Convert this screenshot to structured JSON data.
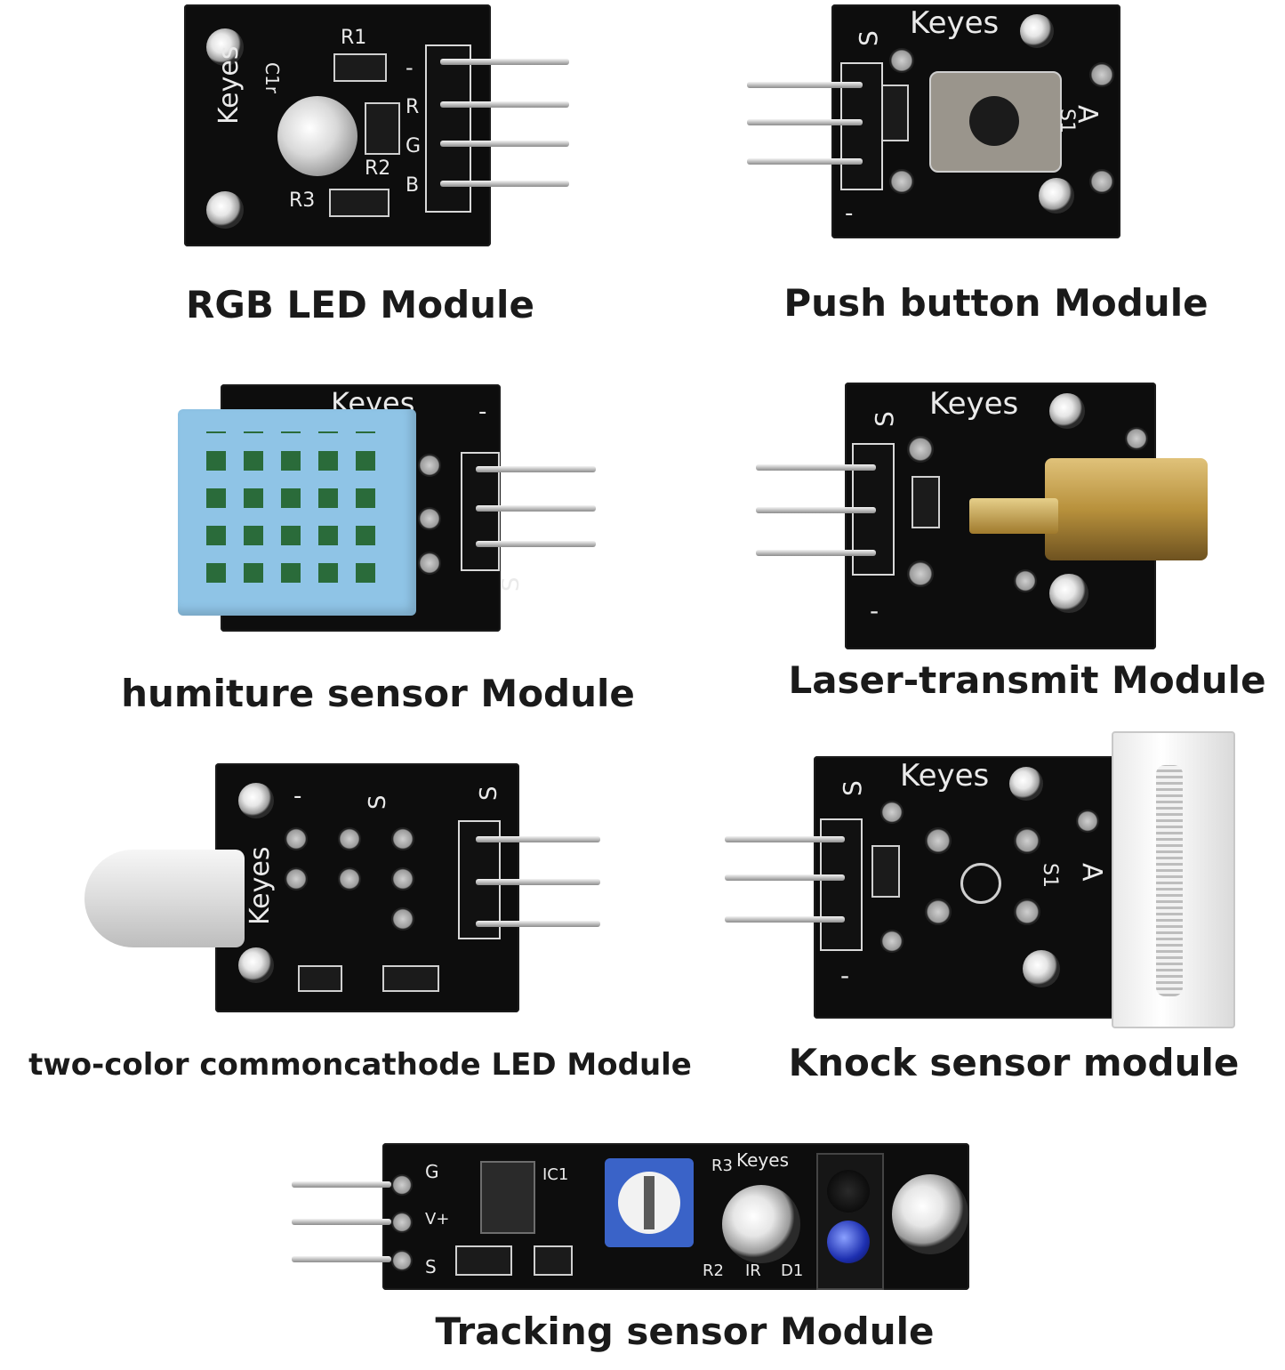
{
  "board_brand": "Keyes",
  "modules": [
    {
      "caption": "RGB LED Module",
      "labels": {
        "r1": "R1",
        "r2": "R2",
        "r3": "R3",
        "c": "C1r",
        "pin_minus": "-",
        "pin_r": "R",
        "pin_g": "G",
        "pin_b": "B"
      }
    },
    {
      "caption": "Push button Module",
      "labels": {
        "s": "S",
        "s1": "S1",
        "a": "A",
        "minus": "-"
      }
    },
    {
      "caption": "humiture sensor Module",
      "labels": {
        "minus": "-",
        "s": "S"
      }
    },
    {
      "caption": "Laser-transmit Module",
      "labels": {
        "s": "S",
        "minus": "-"
      }
    },
    {
      "caption": "two-color commoncathode LED Module",
      "labels": {
        "minus": "-",
        "s_mid": "S",
        "s_right": "S"
      }
    },
    {
      "caption": "Knock sensor module",
      "labels": {
        "s": "S",
        "s1": "S1",
        "a": "A",
        "minus": "-"
      }
    },
    {
      "caption": "Tracking sensor Module",
      "labels": {
        "g": "G",
        "v": "V+",
        "s": "S",
        "ic1": "IC1",
        "r3": "R3",
        "r2": "R2",
        "ir": "IR",
        "d1": "D1"
      }
    }
  ],
  "colors": {
    "pcb": "#0d0d0d",
    "dht_sensor": "#8fc4e6",
    "laser_brass": "#b8913c",
    "trimpot": "#3a63c8"
  }
}
